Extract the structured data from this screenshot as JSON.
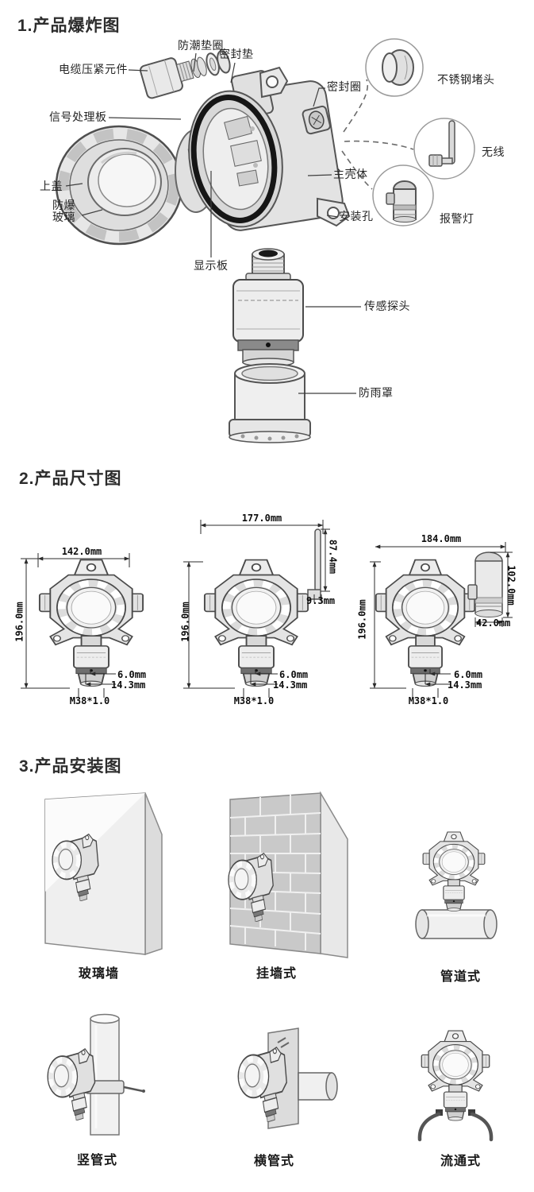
{
  "sections": {
    "exploded": {
      "title": "1.产品爆炸图",
      "labels": {
        "cable_gland": "电缆压紧元件",
        "moisture_gasket": "防潮垫圈",
        "seal_pad": "密封垫",
        "seal_ring": "密封圈",
        "signal_board": "信号处理板",
        "top_cover": "上盖",
        "explosion_proof_glass": "防爆玻璃",
        "main_housing": "主壳体",
        "mounting_hole": "安装孔",
        "display_board": "显示板",
        "sensor_probe": "传感探头",
        "rain_cover": "防雨罩",
        "stainless_plug": "不锈钢堵头",
        "wireless": "无线",
        "alarm_light": "报警灯"
      }
    },
    "dimensions": {
      "title": "2.产品尺寸图",
      "drawings": [
        {
          "name": "standard",
          "width": "142.0mm",
          "height": "196.0mm",
          "probe_step": "6.0mm",
          "probe_height": "14.3mm",
          "thread": "M38*1.0"
        },
        {
          "name": "wireless",
          "width": "177.0mm",
          "height": "196.0mm",
          "antenna_height": "87.4mm",
          "antenna_offset": "9.3mm",
          "probe_step": "6.0mm",
          "probe_height": "14.3mm",
          "thread": "M38*1.0"
        },
        {
          "name": "with-alarm-light",
          "width": "184.0mm",
          "height": "196.0mm",
          "light_height": "102.0mm",
          "light_width": "42.0mm",
          "probe_step": "6.0mm",
          "probe_height": "14.3mm",
          "thread": "M38*1.0"
        }
      ]
    },
    "installation": {
      "title": "3.产品安装图",
      "items": [
        {
          "label": "玻璃墙"
        },
        {
          "label": "挂墙式"
        },
        {
          "label": "管道式"
        },
        {
          "label": "竖管式"
        },
        {
          "label": "横管式"
        },
        {
          "label": "流通式"
        }
      ]
    }
  },
  "colors": {
    "line": "#4a4a4a",
    "fill_light": "#ececec",
    "fill_mid": "#d8d8d8",
    "oring": "#161616",
    "background": "#ffffff"
  }
}
